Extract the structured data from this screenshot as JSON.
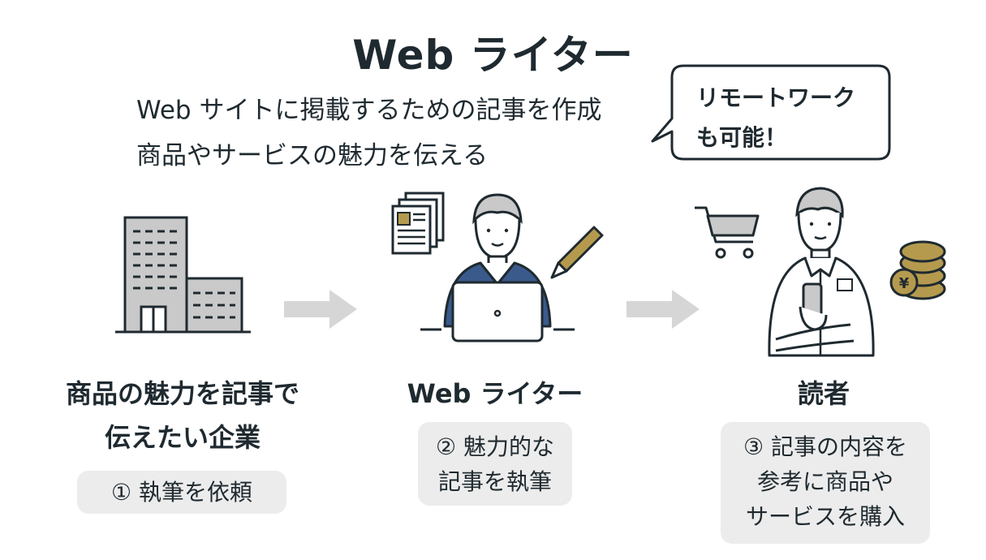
{
  "title": "Web ライター",
  "description": {
    "line1": "Web サイトに掲載するための記事を作成",
    "line2": "商品やサービスの魅力を伝える"
  },
  "bubble": {
    "line1": "リモートワーク",
    "line2": "も可能！"
  },
  "steps": [
    {
      "icon": "office-building-icon",
      "label_line1": "商品の魅力を記事で",
      "label_line2": "伝えたい企業",
      "box_line1": "① 執筆を依頼"
    },
    {
      "icon": "writer-laptop-icon",
      "label_line1": "Web ライター",
      "box_line1": "② 魅力的な",
      "box_line2": "記事を執筆"
    },
    {
      "icon": "reader-smartphone-icon",
      "label_line1": "読者",
      "box_line1": "③ 記事の内容を",
      "box_line2": "参考に商品や",
      "box_line3": "サービスを購入"
    }
  ],
  "colors": {
    "text": "#1f2a30",
    "arrow": "#d6d6d6",
    "box": "#ececec",
    "jacket": "#3a5a8c",
    "coin": "#b59a4e",
    "building": "#c9c9c9"
  }
}
